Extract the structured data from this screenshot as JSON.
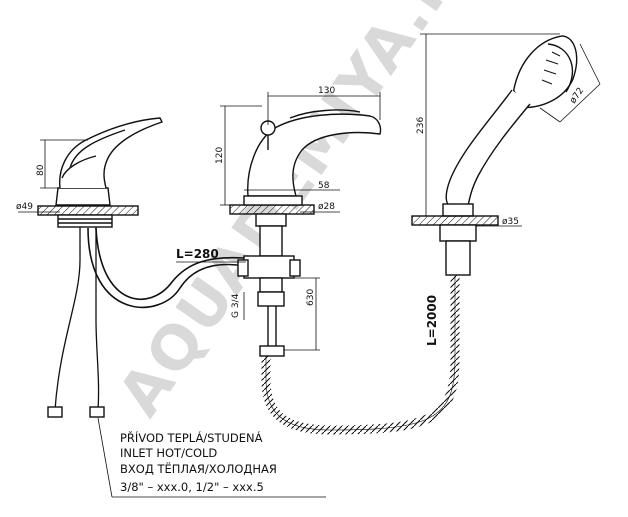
{
  "watermark": "AQUADEMIYA.RU",
  "dimensions": {
    "height_80": "80",
    "dia_49": "ø49",
    "spout_130": "130",
    "height_120": "120",
    "width_58": "58",
    "dia_28": "ø28",
    "length_280": "L=280",
    "thread": "G 3/4",
    "height_630": "630",
    "height_236": "236",
    "dia_72": "ø72",
    "dia_35": "ø35",
    "hose_2000": "L=2000"
  },
  "notes": [
    "PŘÍVOD TEPLÁ/STUDENÁ",
    "INLET HOT/COLD",
    "ВХОД ТЁПЛАЯ/ХОЛОДНАЯ",
    "3/8\" – xxx.0, 1/2\" – xxx.5"
  ]
}
